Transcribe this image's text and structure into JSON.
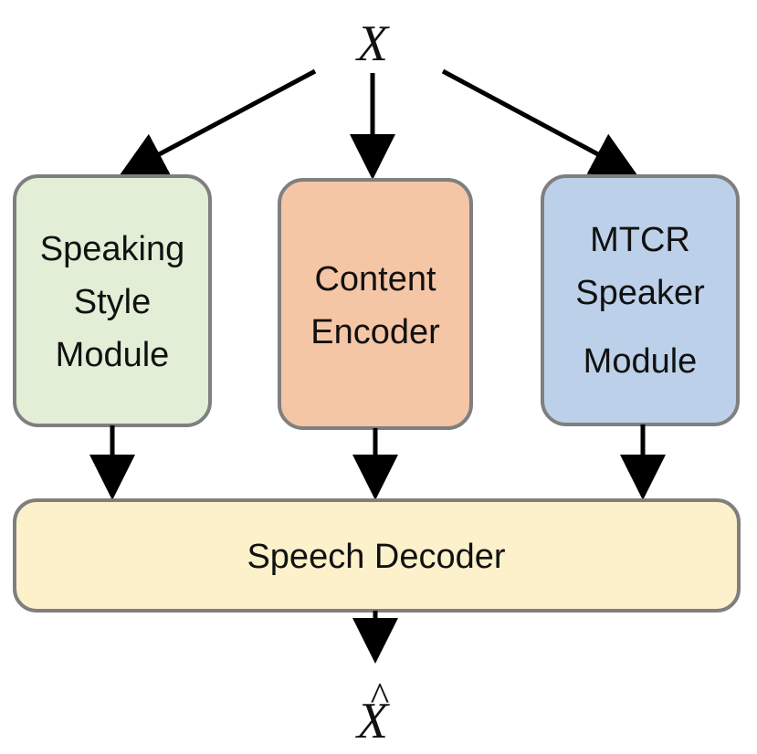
{
  "input_symbol": "X",
  "output_symbol": "X",
  "output_hat": "^",
  "modules": {
    "speaking_style": {
      "lines": [
        "Speaking",
        "Style",
        "Module"
      ],
      "fill": "#e3eed6"
    },
    "content_encoder": {
      "lines": [
        "Content",
        "Encoder"
      ],
      "fill": "#f5c6a6"
    },
    "mtcr_speaker": {
      "lines": [
        "MTCR",
        "Speaker",
        "Module"
      ],
      "fill": "#bcd0e9"
    }
  },
  "decoder": {
    "label": "Speech Decoder",
    "fill": "#fdf1cb"
  },
  "colors": {
    "border": "#7f7f7f",
    "arrow": "#000000"
  }
}
